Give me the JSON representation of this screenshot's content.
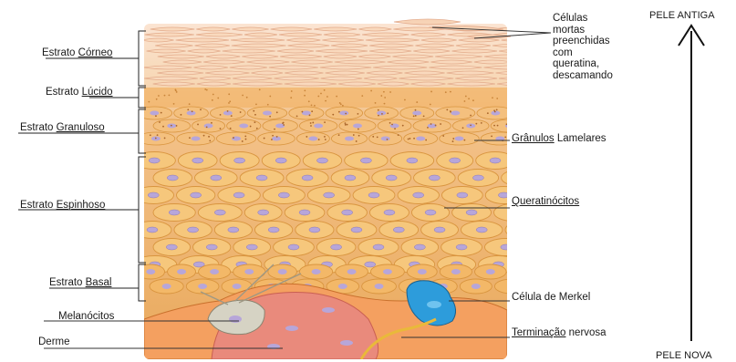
{
  "layers": {
    "corneo": {
      "prefix": "Estrato ",
      "label": "Córneo"
    },
    "lucido": {
      "prefix": "Estrato ",
      "label": "Lúcido"
    },
    "granuloso": {
      "prefix": "Estrato ",
      "label": "Granuloso"
    },
    "espinhoso": {
      "prefix": "Estrato ",
      "label": "Espinhoso"
    },
    "basal": {
      "prefix": "Estrato ",
      "label": "Basal"
    }
  },
  "left_labels": {
    "melanocitos": "Melanócitos",
    "derme": "Derme"
  },
  "right_labels": {
    "dead_cells": [
      "Células",
      "mortas",
      "preenchidas",
      "com",
      "queratina,",
      "descamando"
    ],
    "granulos_a": "Grânulos",
    "granulos_b": " Lamelares",
    "queratinocitos": "Queratinócitos",
    "merkel": "Célula de Merkel",
    "terminacao_a": "Terminação",
    "terminacao_b": " nervosa"
  },
  "axis": {
    "top": "PELE ANTIGA",
    "bottom": "PELE NOVA"
  },
  "colors": {
    "cell_fill": "#f6c77c",
    "cell_edge": "#d9953f",
    "nucleus": "#b7a6d9",
    "derme": "#e98a7c",
    "merkel": "#2d9cdb",
    "corneo": "#f9d9bd"
  }
}
